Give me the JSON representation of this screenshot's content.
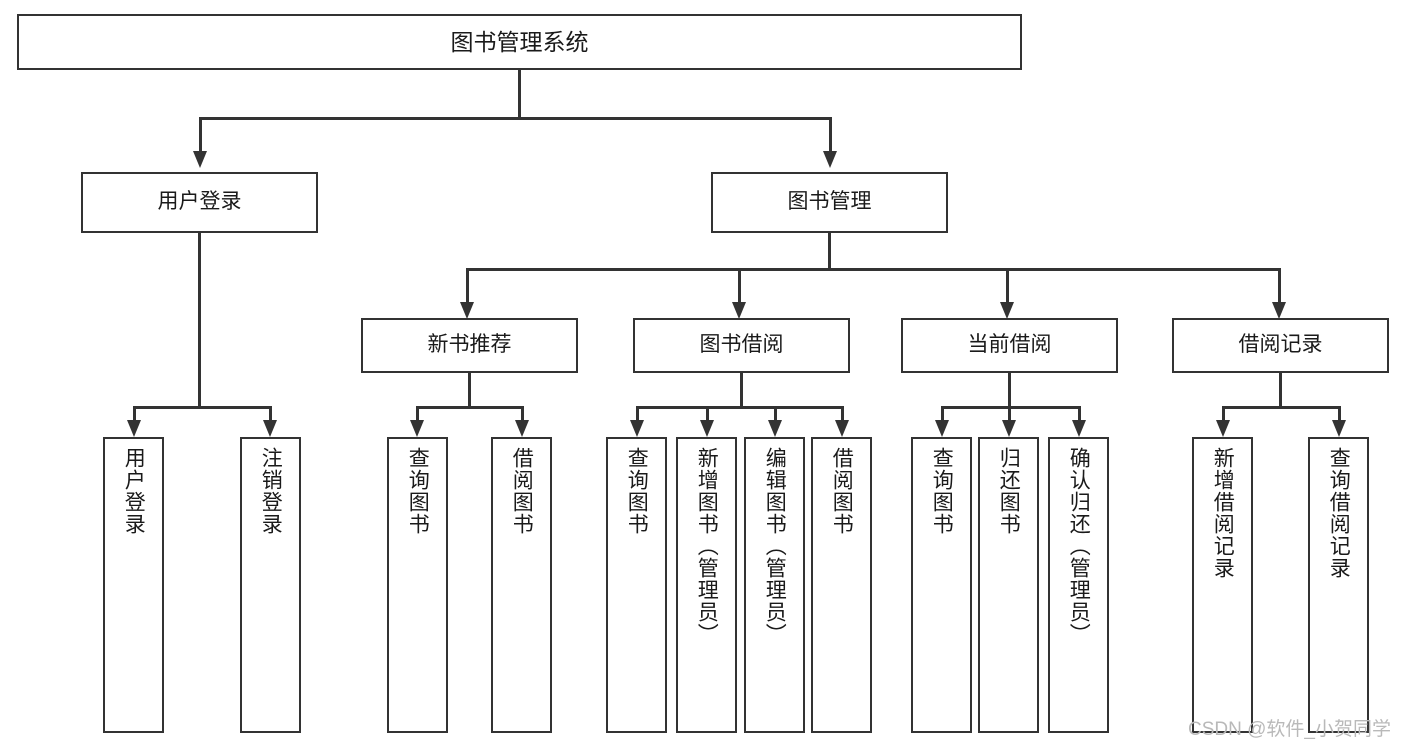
{
  "diagram": {
    "title_box": {
      "label": "图书管理系统"
    },
    "level1": [
      {
        "id": "user-login",
        "label": "用户登录"
      },
      {
        "id": "book-management",
        "label": "图书管理"
      }
    ],
    "level2": [
      {
        "id": "new-book-recommend",
        "label": "新书推荐"
      },
      {
        "id": "book-borrow",
        "label": "图书借阅"
      },
      {
        "id": "current-borrow",
        "label": "当前借阅"
      },
      {
        "id": "borrow-record",
        "label": "借阅记录"
      }
    ],
    "leaves": [
      {
        "id": "leaf-user-login",
        "label": "用户登录"
      },
      {
        "id": "leaf-logout-login",
        "label": "注销登录"
      },
      {
        "id": "leaf-query-book-1",
        "label": "查询图书"
      },
      {
        "id": "leaf-borrow-book-1",
        "label": "借阅图书"
      },
      {
        "id": "leaf-query-book-2",
        "label": "查询图书"
      },
      {
        "id": "leaf-add-book",
        "label": "新增图书（管理员）"
      },
      {
        "id": "leaf-edit-book",
        "label": "编辑图书（管理员）"
      },
      {
        "id": "leaf-borrow-book-2",
        "label": "借阅图书"
      },
      {
        "id": "leaf-query-book-3",
        "label": "查询图书"
      },
      {
        "id": "leaf-return-book",
        "label": "归还图书"
      },
      {
        "id": "leaf-confirm-return",
        "label": "确认归还（管理员）"
      },
      {
        "id": "leaf-add-record",
        "label": "新增借阅记录"
      },
      {
        "id": "leaf-query-record",
        "label": "查询借阅记录"
      }
    ]
  },
  "watermark": {
    "text": "CSDN @软件_小贺同学"
  },
  "colors": {
    "stroke": "#333333",
    "background": "#ffffff",
    "text": "#1a1a1a",
    "watermark": "#b9b9b9"
  }
}
